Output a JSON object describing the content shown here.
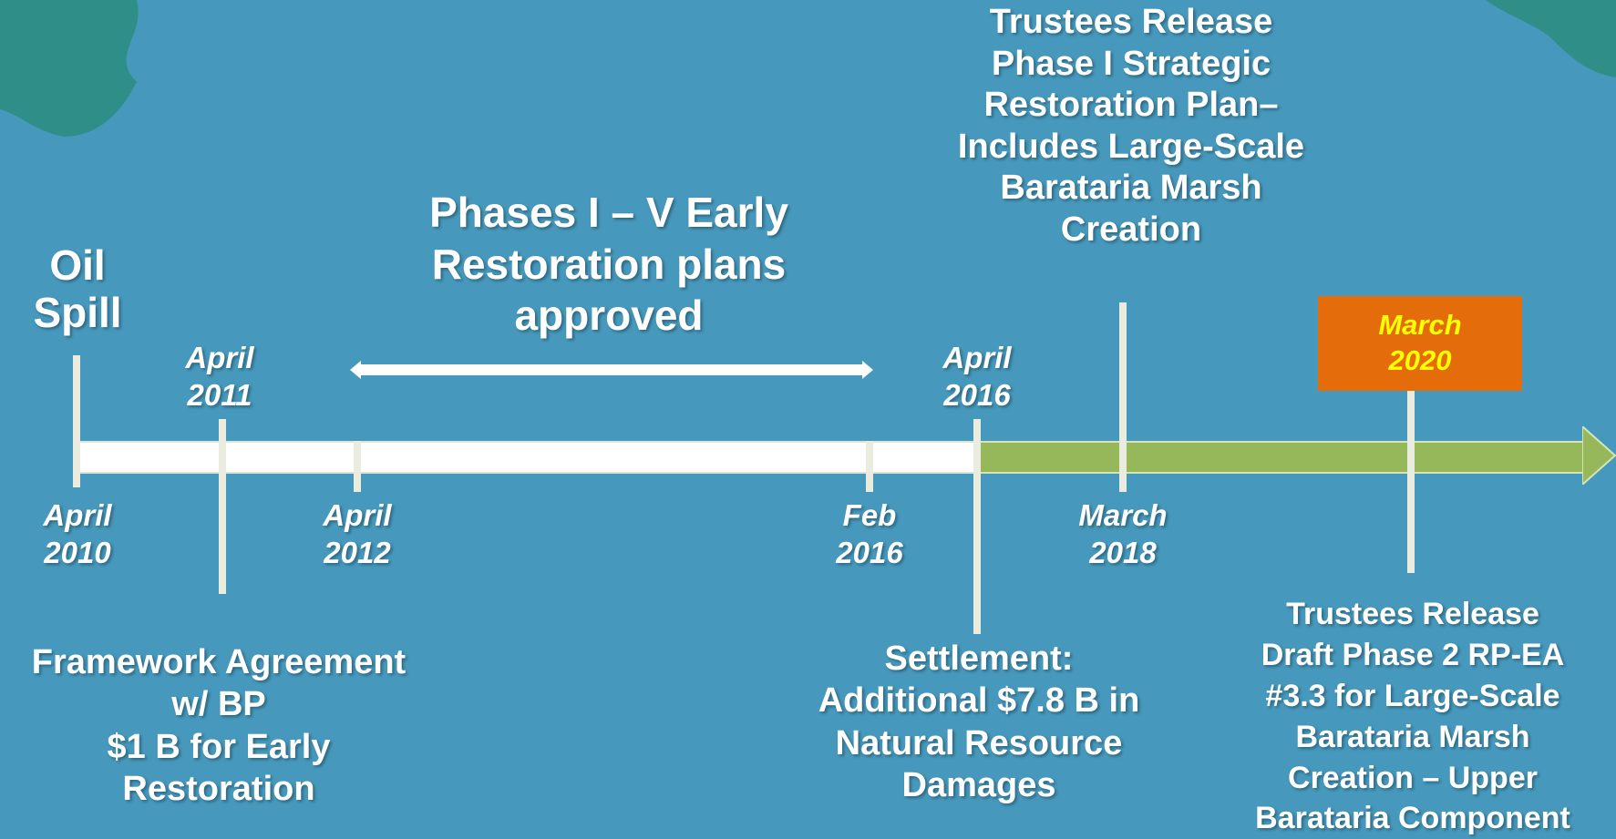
{
  "events": {
    "oil_spill": [
      "Oil",
      "Spill"
    ],
    "early_restoration": [
      "Phases I – V Early",
      "Restoration plans",
      "approved"
    ],
    "strategic_plan": [
      "Trustees Release",
      "Phase I Strategic",
      "Restoration Plan–",
      "Includes Large-Scale",
      "Barataria Marsh",
      "Creation"
    ],
    "framework": [
      "Framework Agreement",
      "w/ BP",
      "$1 B for Early",
      "Restoration"
    ],
    "settlement": [
      "Settlement:",
      "Additional $7.8 B in",
      "Natural Resource",
      "Damages"
    ],
    "draft_phase2": [
      "Trustees Release",
      "Draft Phase 2 RP-EA",
      "#3.3 for Large-Scale",
      "Barataria Marsh",
      "Creation – Upper",
      "Barataria Component"
    ]
  },
  "dates": {
    "april_2010": [
      "April",
      "2010"
    ],
    "april_2011": [
      "April",
      "2011"
    ],
    "april_2012": [
      "April",
      "2012"
    ],
    "feb_2016": [
      "Feb",
      "2016"
    ],
    "april_2016": [
      "April",
      "2016"
    ],
    "march_2018": [
      "March",
      "2018"
    ],
    "march_2020": [
      "March",
      "2020"
    ]
  },
  "colors": {
    "background": "#4699bd",
    "timeline_past": "#ffffff",
    "timeline_future": "#97b85a",
    "callout_bg": "#e46c0a",
    "callout_text": "#ffff00"
  }
}
